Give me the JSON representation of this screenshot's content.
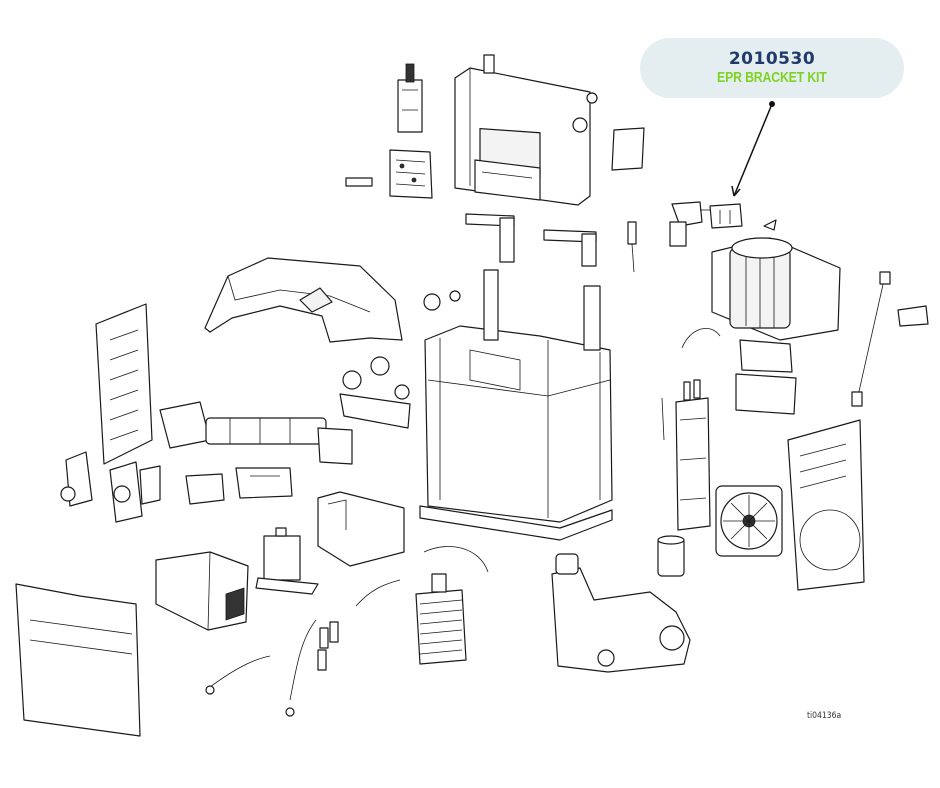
{
  "callout": {
    "part_number": "2010530",
    "part_name": "EPR BRACKET KIT",
    "background": "#e4eef1",
    "number_color": "#1f3a6b",
    "name_color": "#7ed321"
  },
  "drawing_id": "ti04136a"
}
